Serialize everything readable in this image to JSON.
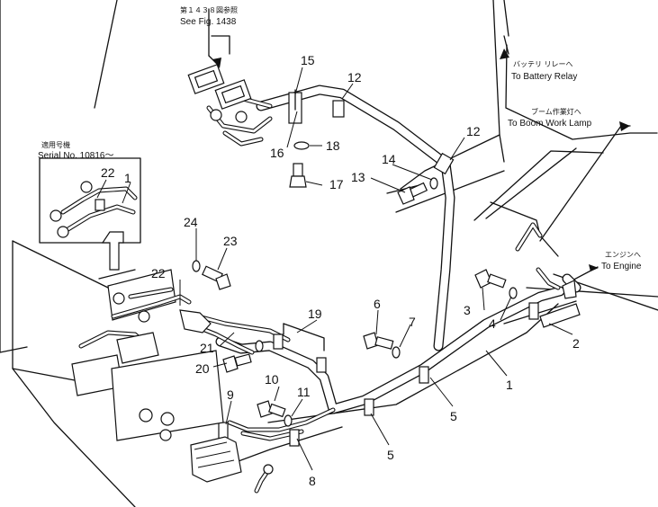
{
  "callouts": {
    "see_fig_jp": "第１４３８図参照",
    "see_fig_en": "See Fig. 1438",
    "battery_jp": "バッテリ リレーへ",
    "battery_en": "To Battery Relay",
    "boom_jp": "ブーム作業灯へ",
    "boom_en": "To Boom Work Lamp",
    "engine_jp": "エンジンへ",
    "engine_en": "To Engine",
    "serial_jp": "適用号機",
    "serial_en": "Serial No. 10816～"
  },
  "part_labels": {
    "p1": "1",
    "p1_inset": "1",
    "p2": "2",
    "p3": "3",
    "p4": "4",
    "p5_a": "5",
    "p5_b": "5",
    "p6": "6",
    "p7": "7",
    "p8": "8",
    "p9": "9",
    "p10": "10",
    "p11": "11",
    "p12_a": "12",
    "p12_b": "12",
    "p13": "13",
    "p14": "14",
    "p15": "15",
    "p16": "16",
    "p17": "17",
    "p18": "18",
    "p19": "19",
    "p20": "20",
    "p21": "21",
    "p22": "22",
    "p22_inset": "22",
    "p23": "23",
    "p24": "24"
  }
}
